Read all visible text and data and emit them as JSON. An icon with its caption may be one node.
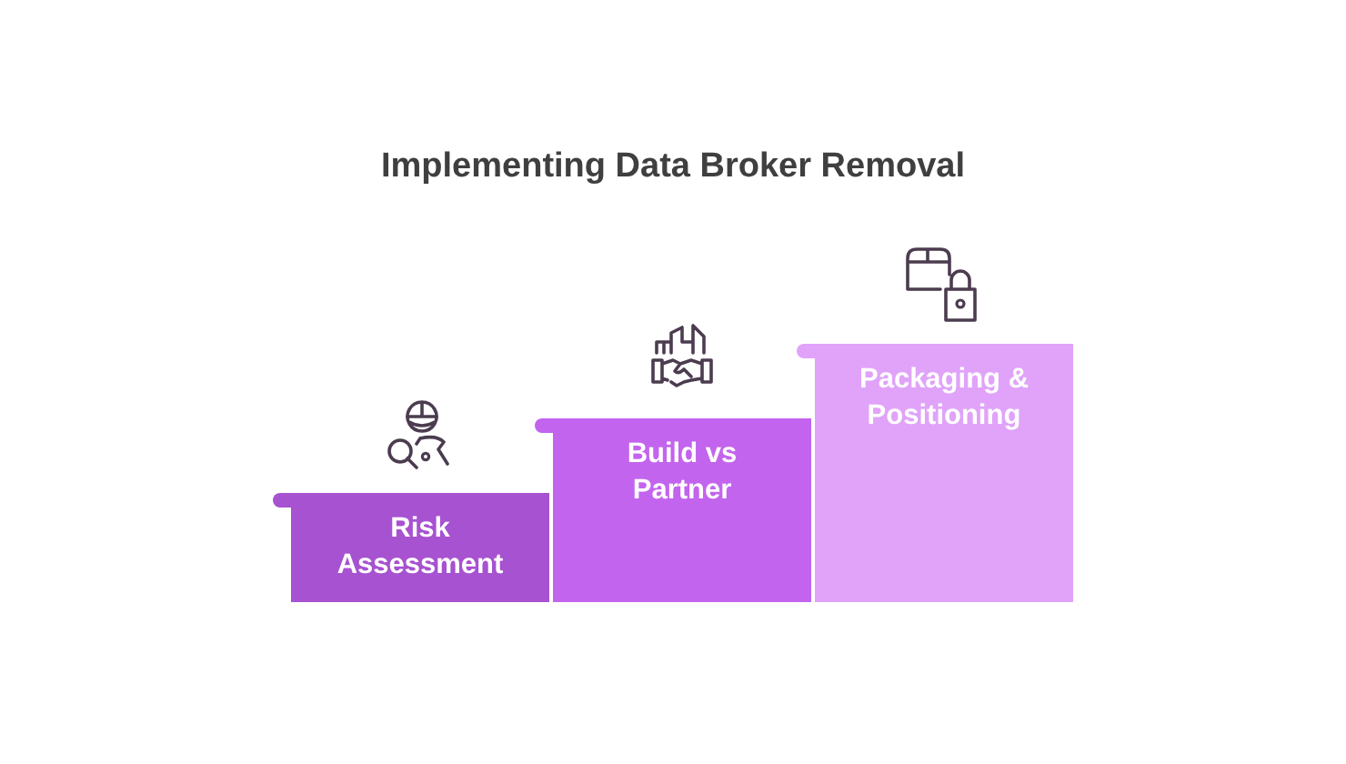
{
  "diagram": {
    "title": "Implementing Data Broker Removal",
    "nodes": [
      {
        "text": [
          "Risk Assessment"
        ]
      },
      {
        "text": [
          "Build vs Partner"
        ]
      },
      {
        "text": [
          "Packaging & Positioning"
        ]
      }
    ]
  }
}
